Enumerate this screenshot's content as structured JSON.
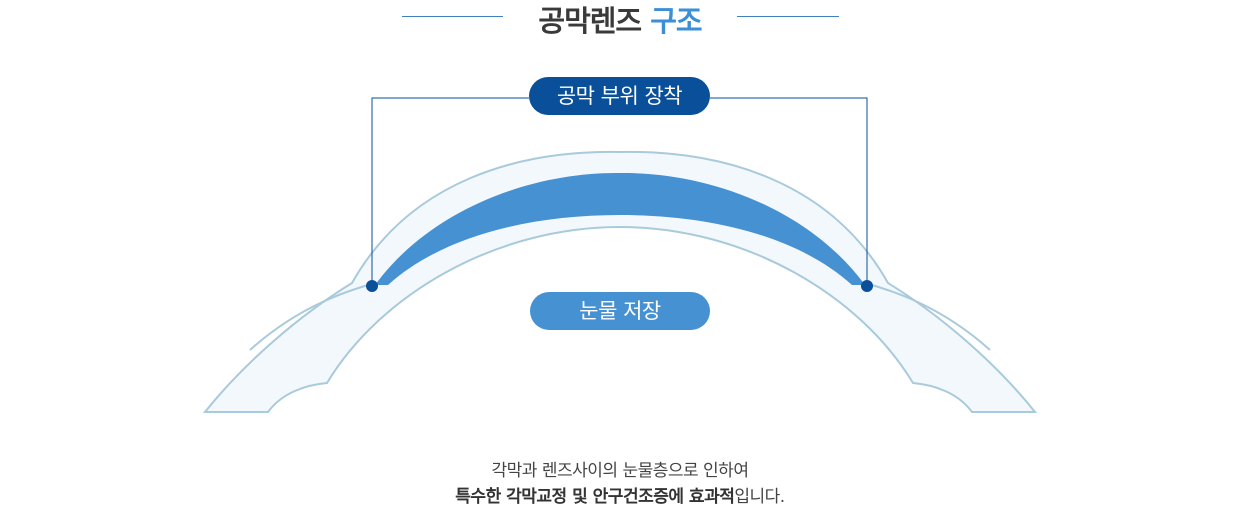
{
  "title": {
    "main": "공막렌즈",
    "accent": "구조"
  },
  "labels": {
    "top": "공막 부위 장착",
    "middle": "눈물 저장"
  },
  "caption": {
    "line1": "각막과 렌즈사이의 눈물층으로 인하여",
    "line2_bold": "특수한 각막교정 및 안구건조증에 효과적",
    "line2_rest": "입니다."
  },
  "colors": {
    "lens": "#4691d2",
    "cornea_fill": "#f3f8fd",
    "cornea_stroke": "#a9cadb",
    "connector": "#0a4f9a",
    "accent": "#3a8fd6"
  }
}
